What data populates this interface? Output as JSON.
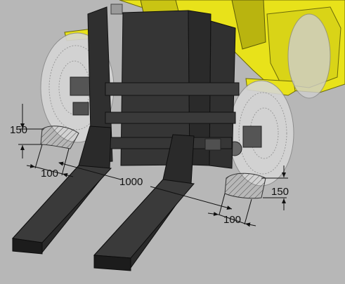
{
  "scene": {
    "subject": "forklift front view with two fork tines and front wheels",
    "colors": {
      "background": "#b7b7b7",
      "body_yellow": "#e8e21a",
      "body_yellow_shade": "#b9b40f",
      "fork_dark": "#262626",
      "fork_mid": "#3a3a3a",
      "wheel_ghost": "#d3d3d3",
      "dimension_line": "#111111"
    }
  },
  "dimensions": {
    "left_height": "150",
    "left_width": "100",
    "spacing": "1000",
    "right_height": "150",
    "right_width": "100"
  }
}
